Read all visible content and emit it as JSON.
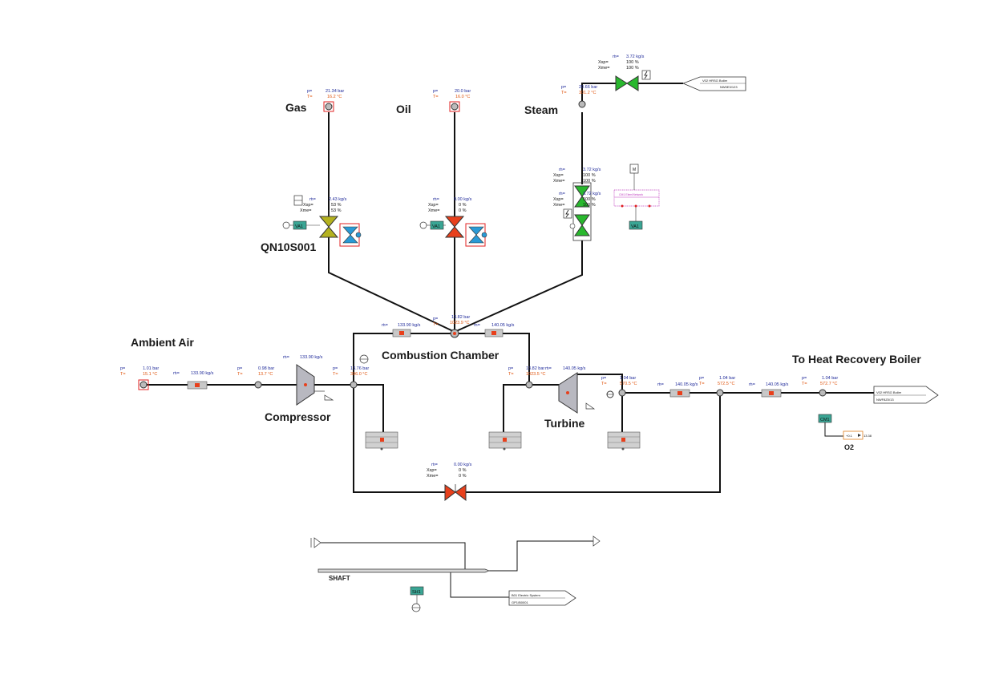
{
  "labels": {
    "gas": "Gas",
    "oil": "Oil",
    "steam": "Steam",
    "ambient_air": "Ambient Air",
    "combustion_chamber": "Combustion Chamber",
    "to_heat_recovery": "To Heat Recovery Boiler",
    "compressor": "Compressor",
    "turbine": "Turbine",
    "valve_tag": "QN10S001",
    "shaft": "SHAFT",
    "o2": "O2"
  },
  "prefix": {
    "p": "p=",
    "T": "T=",
    "m": "ṁ=",
    "xsp": "Xsp=",
    "xme": "Xme="
  },
  "gas_source": {
    "p": "21.34 bar",
    "T": "16.2 °C"
  },
  "oil_source": {
    "p": "20.0 bar",
    "T": "16.0 °C"
  },
  "steam_source": {
    "p": "20.66 bar",
    "T": "301.2 °C"
  },
  "steam_top_valve": {
    "m": "3.72 kg/s",
    "xsp": "100 %",
    "xme": "100 %"
  },
  "gas_valve": {
    "m": "2.43 kg/s",
    "xsp": "53 %",
    "xme": "53 %"
  },
  "oil_valve": {
    "m": "0.00 kg/s",
    "xsp": "0 %",
    "xme": "0 %"
  },
  "steam_valve": {
    "m": "3.72 kg/s",
    "xsp": "100 %",
    "xme": "100 %"
  },
  "steam_valve2": {
    "m": "3.72 kg/s",
    "xsp": "100 %",
    "xme": "100 %"
  },
  "bypass_valve": {
    "m": "0.00 kg/s",
    "xsp": "0 %",
    "xme": "0 %"
  },
  "ambient_node": {
    "p": "1.01 bar",
    "T": "15.1 °C"
  },
  "air_flow": "133.90 kg/s",
  "comp_inlet_node": {
    "p": "0.98 bar",
    "T": "13.7 °C"
  },
  "comp_flow": "133.90 kg/s",
  "comp_outlet_node": {
    "p": "13.76 bar",
    "T": "396.0 °C"
  },
  "cc_node": {
    "p": "13.82 bar",
    "T": "1023.9 °C"
  },
  "cc_in_flow": "133.90 kg/s",
  "cc_out_flow": "140.05 kg/s",
  "turb_inlet_node": {
    "p": "13.82 bar",
    "T": "1023.5 °C"
  },
  "turb_flow": "140.05 kg/s",
  "turb_outlet_node": {
    "p": "1.04 bar",
    "T": "570.5 °C"
  },
  "exh_flow1": "140.05 kg/s",
  "exh_node1": {
    "p": "1.04 bar",
    "T": "572.5 °C"
  },
  "exh_flow2": "140.05 kg/s",
  "exh_node2": {
    "p": "1.04 bar",
    "T": "572.7 °C"
  },
  "hrsg_in_ref": {
    "title": "V02 HRSG Boiler",
    "tag": "NW0E3/123"
  },
  "hrsg_out_ref": {
    "title": "V02 HRSG Boiler",
    "tag": "NWF8Z0/13"
  },
  "elec_ref": {
    "title": "B01 Electric System",
    "tag": "GP1/B0001"
  },
  "controllers": {
    "va1": "VA1",
    "cm1": "CM1",
    "sh1": "SH1",
    "m": "M"
  },
  "o2_value": "13.38",
  "o2_box": "+0.1",
  "bus_label": "CM1 Elem/Network",
  "colors": {
    "valve_red": "#e8401c",
    "valve_green": "#29b82e",
    "valve_olive": "#b4b21f",
    "valve_blue": "#2a9ad6",
    "control_teal": "#3aa594",
    "value_blue": "#1f2a9a",
    "value_orange": "#e0550f"
  }
}
